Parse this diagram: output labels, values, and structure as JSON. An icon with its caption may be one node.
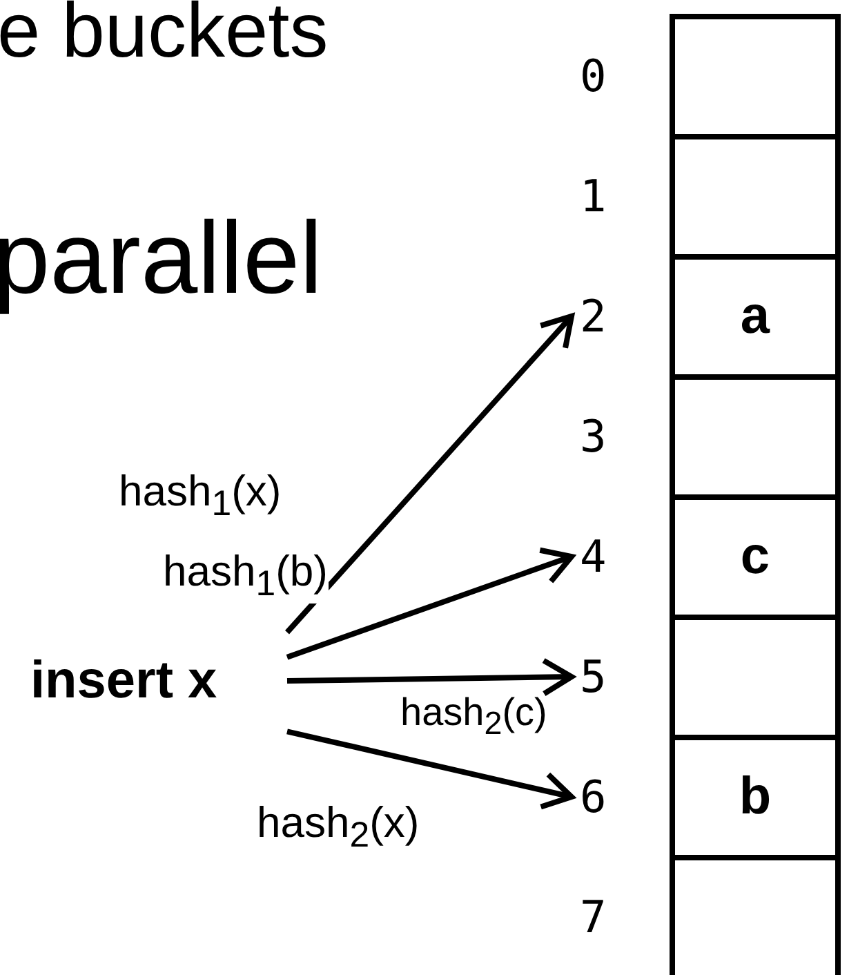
{
  "diagram": {
    "nodes": [
      {
        "text": [
          "insert x"
        ]
      },
      {
        "text": [
          "0"
        ]
      },
      {
        "text": [
          "1"
        ]
      },
      {
        "text": [
          "2"
        ]
      },
      {
        "text": [
          "3"
        ]
      },
      {
        "text": [
          "4"
        ]
      },
      {
        "text": [
          "5"
        ]
      },
      {
        "text": [
          "6"
        ]
      },
      {
        "text": [
          "7"
        ]
      },
      {
        "text": [],
        "shape": "box"
      },
      {
        "text": [],
        "shape": "box"
      },
      {
        "text": [
          "a"
        ]
      },
      {
        "text": [],
        "shape": "box"
      },
      {
        "text": [
          "c"
        ]
      },
      {
        "text": [],
        "shape": "box"
      },
      {
        "text": [
          "b"
        ]
      },
      {
        "text": [],
        "shape": "box"
      }
    ],
    "edges": [
      {
        "from": 0,
        "to": 3,
        "arrow": "to",
        "label": "hash$_{1}$(x)"
      },
      {
        "from": 0,
        "to": 5,
        "arrow": "to",
        "label": "hash$_{1}$(b)"
      },
      {
        "from": 0,
        "to": 6,
        "arrow": "to"
      },
      {
        "from": 0,
        "to": 7,
        "arrow": "to",
        "label": "hash$_{2}$(x)"
      }
    ],
    "labels": [
      "e buckets",
      "parallel",
      "hash$_{2}$(c)"
    ]
  }
}
